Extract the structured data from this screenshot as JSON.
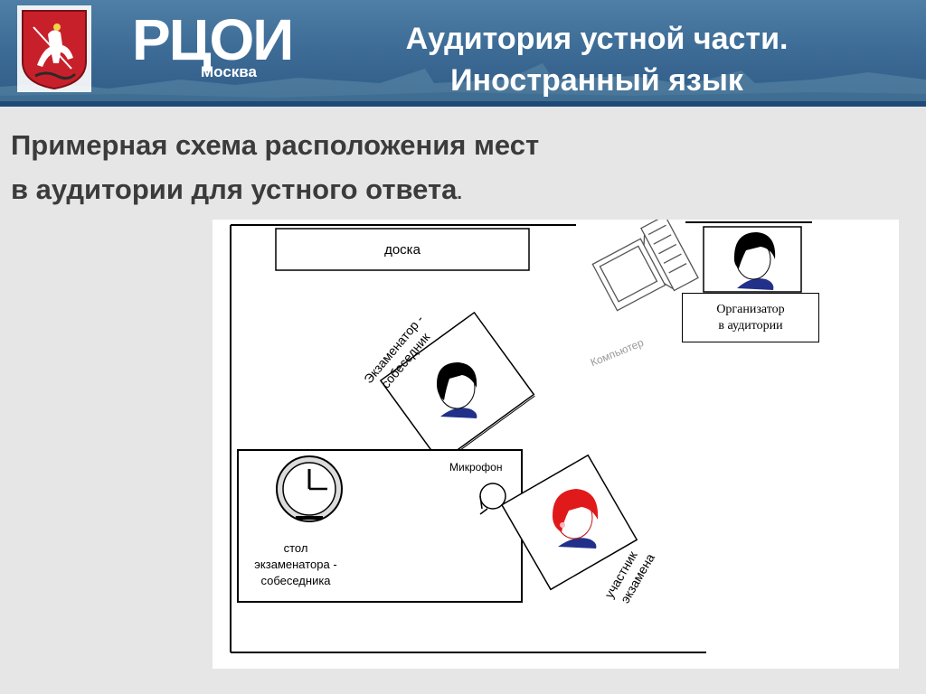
{
  "header": {
    "logo_text": "РЦОИ",
    "logo_sub": "Москва",
    "title_line1": "Аудитория устной части.",
    "title_line2": "Иностранный язык",
    "colors": {
      "header_bg": "#3d6c96",
      "title": "#ffffff"
    }
  },
  "subtitle": {
    "line1": "Примерная схема расположения мест",
    "line2": "в аудитории для устного ответа",
    "dot": "."
  },
  "diagram": {
    "board_label": "доска",
    "computer_label": "Компьютер",
    "examiner_label_line1": "Экзаменатор -",
    "examiner_label_line2": "собеседник",
    "organizer_line1": "Организатор",
    "organizer_line2": "в аудитории",
    "mic_label": "Микрофон",
    "desk_line1": "стол",
    "desk_line2": "экзаменатора -",
    "desk_line3": "собеседника",
    "participant_line1": "участник",
    "participant_line2": "экзамена",
    "icons": [
      "clock-icon",
      "microphone-icon",
      "computer-icon",
      "person-icon"
    ]
  }
}
